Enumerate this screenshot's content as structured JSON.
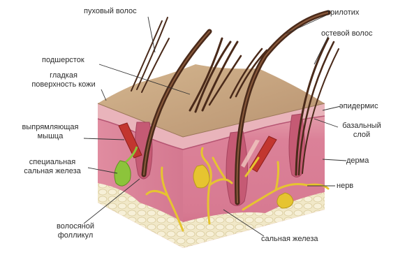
{
  "colors": {
    "surface": "#c9a982",
    "epidermis": "#e7aeb4",
    "dermis": "#d97e95",
    "fat": "#efe6c4",
    "hair": "#4a2a1a",
    "muscle": "#c2362f",
    "nerve": "#e6c430",
    "gland": "#8cc43b"
  },
  "labels": {
    "vellus_hair": "пуховый волос",
    "tylotrich": "трилотих",
    "guard_hair": "остевой волос",
    "undercoat": "подшерсток",
    "smooth_surface_1": "гладкая",
    "smooth_surface_2": "поверхность кожи",
    "epidermis": "эпидермис",
    "basal_layer_1": "базальный",
    "basal_layer_2": "слой",
    "arrector_muscle_1": "выпрямляющая",
    "arrector_muscle_2": "мышца",
    "dermis": "дерма",
    "special_gland_1": "специальная",
    "special_gland_2": "сальная железа",
    "nerve": "нерв",
    "follicle_1": "волосяной",
    "follicle_2": "фолликул",
    "sebaceous_gland": "сальная железа"
  }
}
